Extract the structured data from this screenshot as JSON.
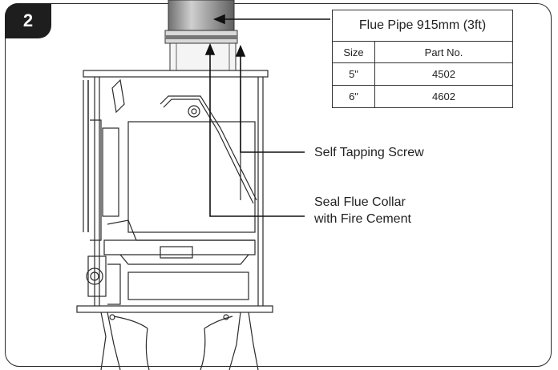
{
  "step_number": "2",
  "parts_table": {
    "title": "Flue Pipe 915mm (3ft)",
    "headers": [
      "Size",
      "Part No."
    ],
    "rows": [
      {
        "size": "5\"",
        "part_no": "4502"
      },
      {
        "size": "6\"",
        "part_no": "4602"
      }
    ]
  },
  "callouts": {
    "screw": "Self Tapping Screw",
    "seal_line1": "Seal Flue Collar",
    "seal_line2": "with Fire Cement"
  },
  "colors": {
    "badge": "#1e1e1e",
    "line": "#2a2a2a",
    "pipe": "#8f8f8f"
  }
}
